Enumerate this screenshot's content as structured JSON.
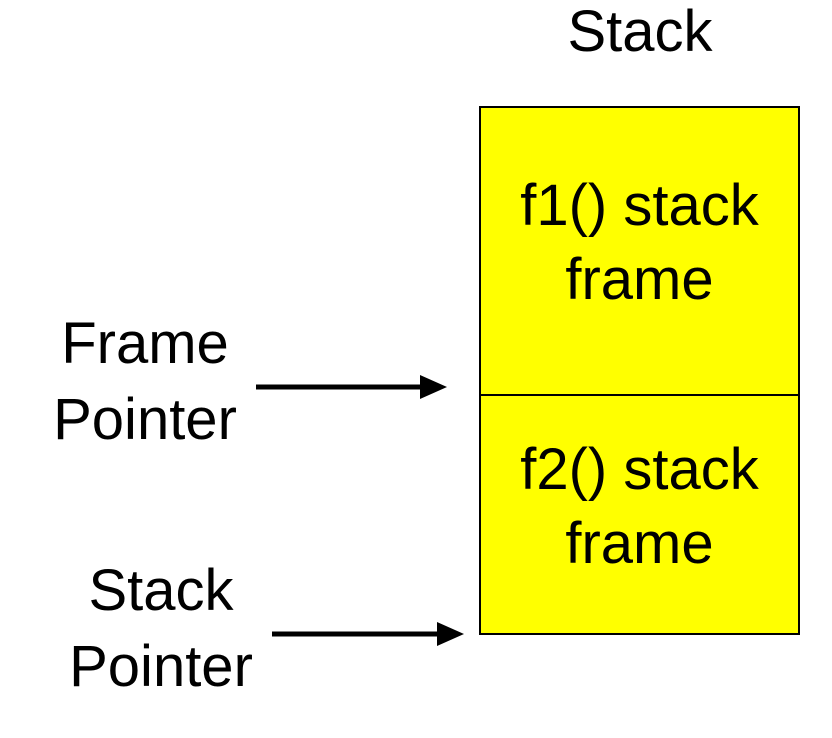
{
  "title": "Stack",
  "frames": [
    {
      "line1": "f1() stack",
      "line2": "frame"
    },
    {
      "line1": "f2() stack",
      "line2": "frame"
    }
  ],
  "pointers": {
    "frame_pointer": {
      "line1": "Frame",
      "line2": "Pointer"
    },
    "stack_pointer": {
      "line1": "Stack",
      "line2": "Pointer"
    }
  },
  "colors": {
    "frame_fill": "#ffff00",
    "stroke": "#000000",
    "background": "#ffffff"
  }
}
